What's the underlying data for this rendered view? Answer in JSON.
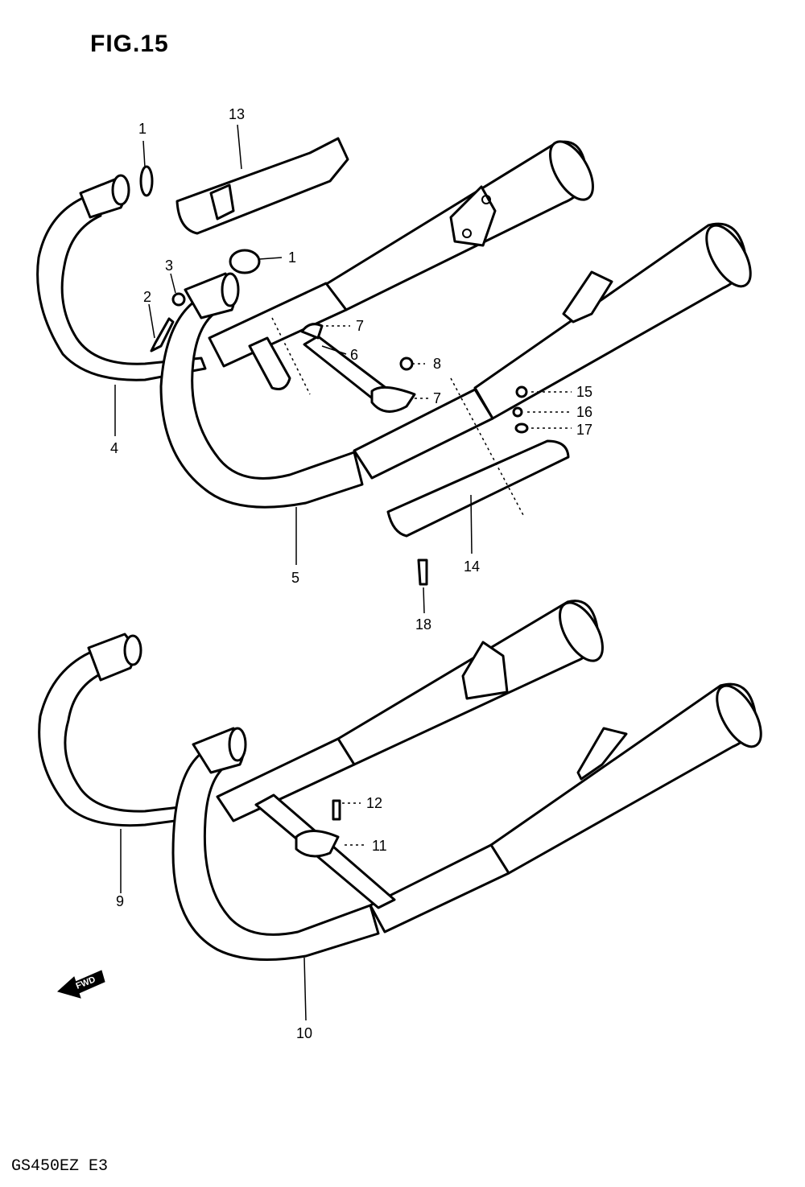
{
  "figure": {
    "title": "FIG.15"
  },
  "footer": {
    "model_code": "GS450EZ E3"
  },
  "callouts": [
    {
      "id": "c1a",
      "label": "1"
    },
    {
      "id": "c13",
      "label": "13"
    },
    {
      "id": "c1b",
      "label": "1"
    },
    {
      "id": "c3",
      "label": "3"
    },
    {
      "id": "c2",
      "label": "2"
    },
    {
      "id": "c7a",
      "label": "7"
    },
    {
      "id": "c6",
      "label": "6"
    },
    {
      "id": "c8",
      "label": "8"
    },
    {
      "id": "c7b",
      "label": "7"
    },
    {
      "id": "c15",
      "label": "15"
    },
    {
      "id": "c16",
      "label": "16"
    },
    {
      "id": "c17",
      "label": "17"
    },
    {
      "id": "c4",
      "label": "4"
    },
    {
      "id": "c5",
      "label": "5"
    },
    {
      "id": "c14",
      "label": "14"
    },
    {
      "id": "c18",
      "label": "18"
    },
    {
      "id": "c12",
      "label": "12"
    },
    {
      "id": "c11",
      "label": "11"
    },
    {
      "id": "c9",
      "label": "9"
    },
    {
      "id": "c10",
      "label": "10"
    }
  ],
  "direction_marker": {
    "label": "FWD"
  }
}
